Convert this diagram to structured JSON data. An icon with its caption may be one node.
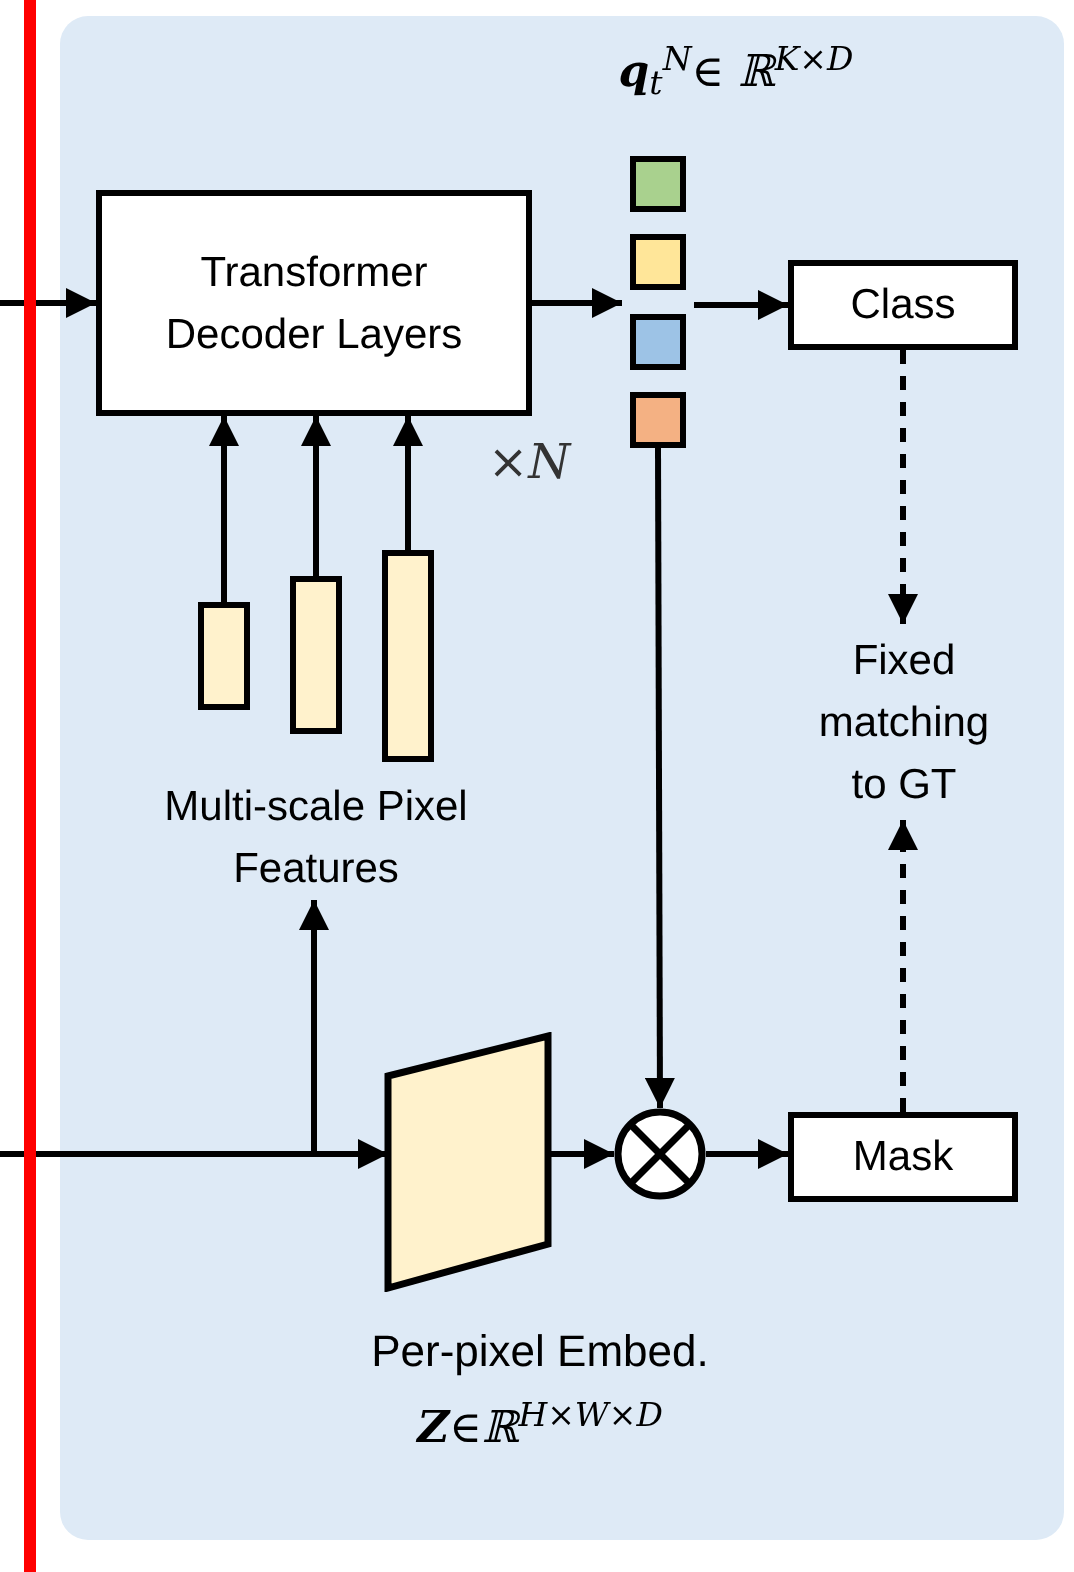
{
  "diagram": {
    "nodes": [
      {
        "text": [],
        "shape": "box"
      },
      {
        "text": [
          "Transformer Decoder Layers"
        ],
        "in": 0
      },
      {
        "text": [],
        "shape": "box",
        "in": 0,
        "beside": [
          "**q**$_{t}$$^{N}$∈ ℝ$^{K×D}$"
        ]
      },
      {
        "text": [],
        "shape": "box",
        "in": 0
      },
      {
        "text": [],
        "shape": "box",
        "in": 0
      },
      {
        "text": [],
        "shape": "box",
        "in": 0
      },
      {
        "text": [
          "Class"
        ],
        "in": 0
      },
      {
        "text": [],
        "shape": "bar",
        "in": 0
      },
      {
        "text": [],
        "shape": "bar",
        "in": 0
      },
      {
        "text": [],
        "shape": "bar",
        "in": 0
      },
      {
        "text": [
          "Multi-scale Pixel Features"
        ],
        "in": 0
      },
      {
        "text": [],
        "shape": "trapezoid",
        "in": 0,
        "beside": [
          "Per-pixel Embed.",
          "**Z**∈ℝ$^{H×W×D}$"
        ]
      },
      {
        "text": [],
        "shape": "circle",
        "in": 0
      },
      {
        "text": [
          "Mask"
        ],
        "in": 0
      },
      {
        "text": [
          "Fixed matching to GT"
        ],
        "in": 0
      }
    ],
    "edges": [
      {
        "from": null,
        "to": 1,
        "arrow": "to"
      },
      {
        "from": 1,
        "to": 3,
        "arrow": "to"
      },
      {
        "from": 3,
        "to": 6,
        "arrow": "to"
      },
      {
        "from": 7,
        "to": 1,
        "arrow": "to"
      },
      {
        "from": 8,
        "to": 1,
        "arrow": "to"
      },
      {
        "from": 9,
        "to": 1,
        "arrow": "to"
      },
      {
        "from": null,
        "to": 11,
        "arrow": "to"
      },
      {
        "from": null,
        "to": 10,
        "arrow": "to"
      },
      {
        "from": 11,
        "to": 12,
        "arrow": "to"
      },
      {
        "from": 5,
        "to": 12,
        "arrow": "to"
      },
      {
        "from": 12,
        "to": 13,
        "arrow": "to"
      },
      {
        "from": 6,
        "to": 14,
        "arrow": "to",
        "style": "dashed"
      },
      {
        "from": 13,
        "to": 14,
        "arrow": "to",
        "style": "dashed"
      }
    ],
    "labels": [
      "×N"
    ]
  }
}
